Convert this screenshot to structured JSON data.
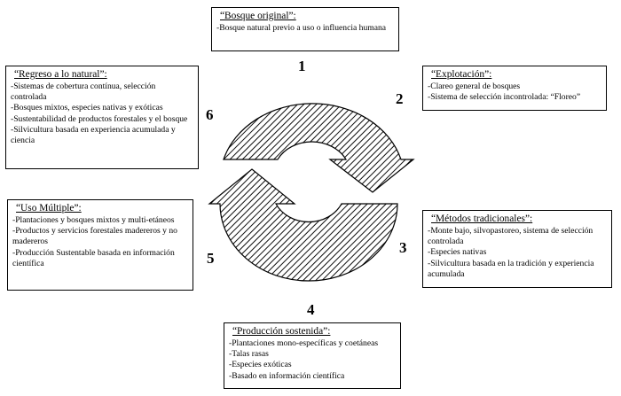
{
  "stages": [
    {
      "number": "1",
      "title": "“Bosque original”:",
      "items": [
        "-Bosque natural previo a uso o influencia humana"
      ]
    },
    {
      "number": "2",
      "title": "“Explotación”:",
      "items": [
        "-Clareo general de bosques",
        "-Sistema de selección incontrolada: “Floreo”"
      ]
    },
    {
      "number": "3",
      "title": "“Métodos tradicionales”:",
      "items": [
        "-Monte bajo, silvopastoreo,  sistema de selección controlada",
        "-Especies nativas",
        "-Silvicultura basada en la tradición y experiencia acumulada"
      ]
    },
    {
      "number": "4",
      "title": "“Producción sostenida”:",
      "items": [
        "-Plantaciones mono-específicas y coetáneas",
        "-Talas rasas",
        "-Especies exóticas",
        "-Basado en información científica"
      ]
    },
    {
      "number": "5",
      "title": "“Uso Múltiple”:",
      "items": [
        "-Plantaciones y bosques mixtos y multi-etáneos",
        "-Productos y servicios forestales madereros y no madereros",
        "-Producción Sustentable basada en información científica"
      ]
    },
    {
      "number": "6",
      "title": "“Regreso a lo natural”:",
      "items": [
        "-Sistemas de cobertura contínua, selección controlada",
        "-Bosques mixtos, especies nativas y exóticas",
        "-Sustentabilidad de productos forestales y el bosque",
        "-Silvicultura basada en experiencia acumulada y ciencia"
      ]
    }
  ]
}
